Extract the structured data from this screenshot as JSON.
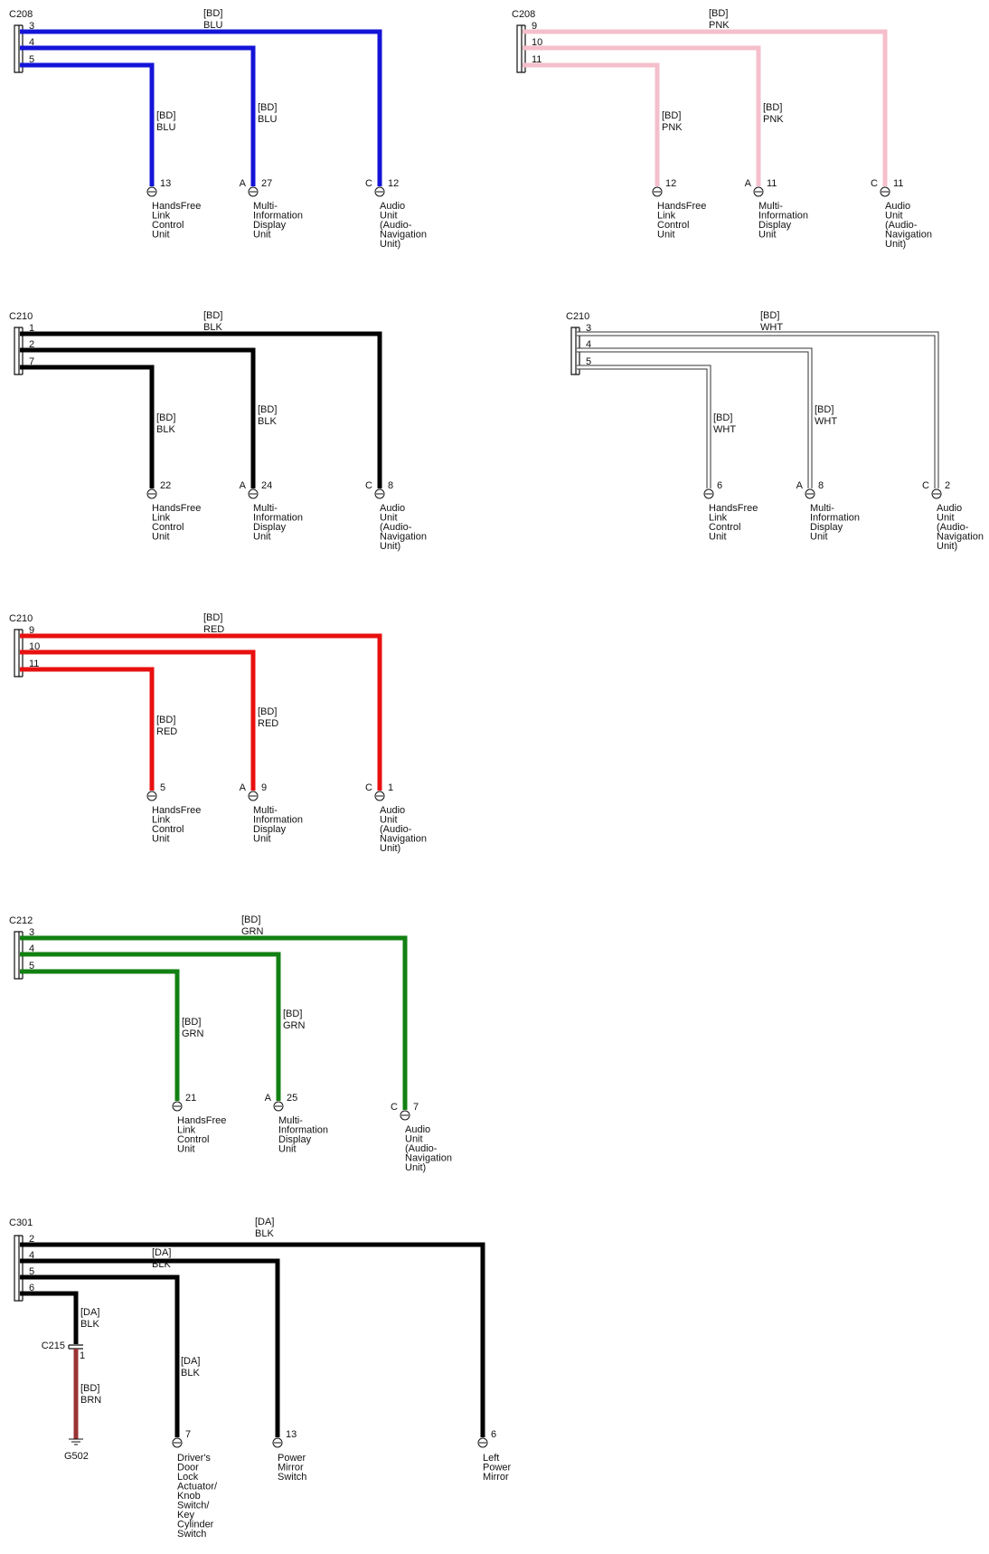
{
  "colors": {
    "BLU": "#1414d8",
    "PNK": "#f4bfcb",
    "BLK": "#000000",
    "WHT": "#ffffff",
    "RED": "#e81010",
    "GRN": "#128012",
    "BRN": "#9a3434"
  },
  "diagrams": [
    {
      "connector": "C208",
      "harness": "[BD]",
      "color_code": "BLU",
      "color_key": "BLU",
      "pins": [
        "3",
        "4",
        "5"
      ],
      "branches": [
        {
          "harness": "[BD]",
          "color_code": "BLU",
          "term_prefix": "",
          "term_pin": "13",
          "label": [
            "HandsFree",
            "Link",
            "Control",
            "Unit"
          ]
        },
        {
          "harness": "[BD]",
          "color_code": "BLU",
          "term_prefix": "A",
          "term_pin": "27",
          "label": [
            "Multi-",
            "Information",
            "Display",
            "Unit"
          ]
        },
        {
          "harness": "",
          "color_code": "",
          "term_prefix": "C",
          "term_pin": "12",
          "label": [
            "Audio",
            "Unit",
            "(Audio-",
            "Navigation",
            "Unit)"
          ]
        }
      ]
    },
    {
      "connector": "C208",
      "harness": "[BD]",
      "color_code": "PNK",
      "color_key": "PNK",
      "pins": [
        "9",
        "10",
        "11"
      ],
      "branches": [
        {
          "harness": "[BD]",
          "color_code": "PNK",
          "term_prefix": "",
          "term_pin": "12",
          "label": [
            "HandsFree",
            "Link",
            "Control",
            "Unit"
          ]
        },
        {
          "harness": "[BD]",
          "color_code": "PNK",
          "term_prefix": "A",
          "term_pin": "11",
          "label": [
            "Multi-",
            "Information",
            "Display",
            "Unit"
          ]
        },
        {
          "harness": "",
          "color_code": "",
          "term_prefix": "C",
          "term_pin": "11",
          "label": [
            "Audio",
            "Unit",
            "(Audio-",
            "Navigation",
            "Unit)"
          ]
        }
      ]
    },
    {
      "connector": "C210",
      "harness": "[BD]",
      "color_code": "BLK",
      "color_key": "BLK",
      "pins": [
        "1",
        "2",
        "7"
      ],
      "branches": [
        {
          "harness": "[BD]",
          "color_code": "BLK",
          "term_prefix": "",
          "term_pin": "22",
          "label": [
            "HandsFree",
            "Link",
            "Control",
            "Unit"
          ]
        },
        {
          "harness": "[BD]",
          "color_code": "BLK",
          "term_prefix": "A",
          "term_pin": "24",
          "label": [
            "Multi-",
            "Information",
            "Display",
            "Unit"
          ]
        },
        {
          "harness": "",
          "color_code": "",
          "term_prefix": "C",
          "term_pin": "8",
          "label": [
            "Audio",
            "Unit",
            "(Audio-",
            "Navigation",
            "Unit)"
          ]
        }
      ]
    },
    {
      "connector": "C210",
      "harness": "[BD]",
      "color_code": "WHT",
      "color_key": "WHT",
      "pins": [
        "3",
        "4",
        "5"
      ],
      "branches": [
        {
          "harness": "[BD]",
          "color_code": "WHT",
          "term_prefix": "",
          "term_pin": "6",
          "label": [
            "HandsFree",
            "Link",
            "Control",
            "Unit"
          ]
        },
        {
          "harness": "[BD]",
          "color_code": "WHT",
          "term_prefix": "A",
          "term_pin": "8",
          "label": [
            "Multi-",
            "Information",
            "Display",
            "Unit"
          ]
        },
        {
          "harness": "",
          "color_code": "",
          "term_prefix": "C",
          "term_pin": "2",
          "label": [
            "Audio",
            "Unit",
            "(Audio-",
            "Navigation",
            "Unit)"
          ]
        }
      ]
    },
    {
      "connector": "C210",
      "harness": "[BD]",
      "color_code": "RED",
      "color_key": "RED",
      "pins": [
        "9",
        "10",
        "11"
      ],
      "branches": [
        {
          "harness": "[BD]",
          "color_code": "RED",
          "term_prefix": "",
          "term_pin": "5",
          "label": [
            "HandsFree",
            "Link",
            "Control",
            "Unit"
          ]
        },
        {
          "harness": "[BD]",
          "color_code": "RED",
          "term_prefix": "A",
          "term_pin": "9",
          "label": [
            "Multi-",
            "Information",
            "Display",
            "Unit"
          ]
        },
        {
          "harness": "",
          "color_code": "",
          "term_prefix": "C",
          "term_pin": "1",
          "label": [
            "Audio",
            "Unit",
            "(Audio-",
            "Navigation",
            "Unit)"
          ]
        }
      ]
    },
    {
      "connector": "C212",
      "harness": "[BD]",
      "color_code": "GRN",
      "color_key": "GRN",
      "pins": [
        "3",
        "4",
        "5"
      ],
      "branches": [
        {
          "harness": "[BD]",
          "color_code": "GRN",
          "term_prefix": "",
          "term_pin": "21",
          "label": [
            "HandsFree",
            "Link",
            "Control",
            "Unit"
          ]
        },
        {
          "harness": "[BD]",
          "color_code": "GRN",
          "term_prefix": "A",
          "term_pin": "25",
          "label": [
            "Multi-",
            "Information",
            "Display",
            "Unit"
          ]
        },
        {
          "harness": "",
          "color_code": "",
          "term_prefix": "C",
          "term_pin": "7",
          "label": [
            "Audio",
            "Unit",
            "(Audio-",
            "Navigation",
            "Unit)"
          ]
        }
      ]
    }
  ],
  "ground_diagram": {
    "connector": "C301",
    "pins": [
      "2",
      "4",
      "5",
      "6"
    ],
    "main_harness": "[DA]",
    "main_color": "BLK",
    "branch2_harness": "[DA]",
    "branch2_color": "BLK",
    "branch3_harness": "[DA]",
    "branch3_color": "BLK",
    "ground_harness": "[DA]",
    "ground_color": "BLK",
    "splice": "C215",
    "splice_pin": "1",
    "brown_harness": "[BD]",
    "brown_color": "BRN",
    "ground": "G502",
    "terminals": [
      {
        "pin": "7",
        "label": [
          "Driver's",
          "Door",
          "Lock",
          "Actuator/",
          "Knob",
          "Switch/",
          "Key",
          "Cylinder",
          "Switch"
        ]
      },
      {
        "pin": "13",
        "label": [
          "Power",
          "Mirror",
          "Switch"
        ]
      },
      {
        "pin": "6",
        "label": [
          "Left",
          "Power",
          "Mirror"
        ]
      }
    ]
  }
}
